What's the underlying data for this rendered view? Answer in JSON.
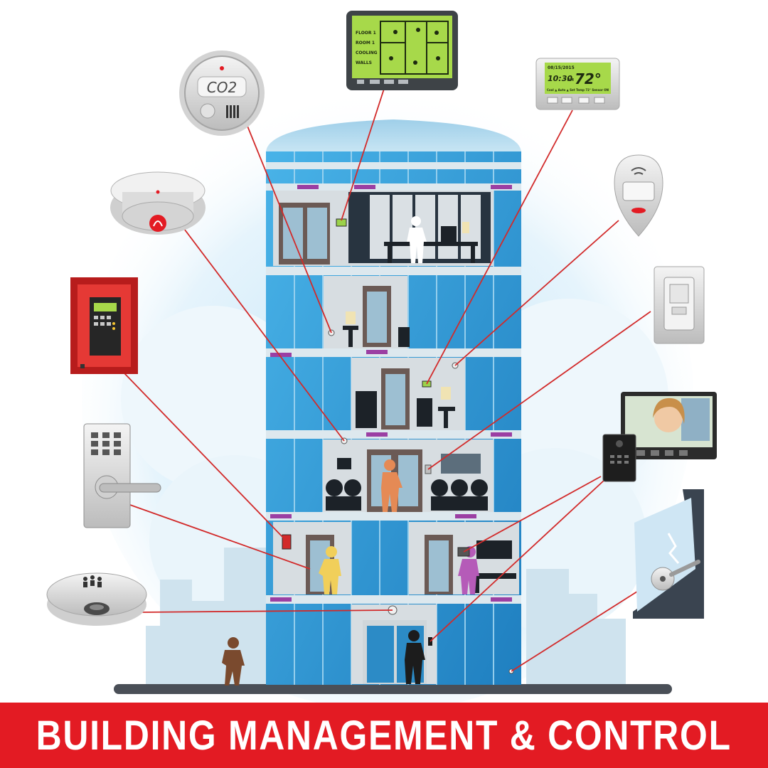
{
  "footer": {
    "title": "BUILDING MANAGEMENT & CONTROL"
  },
  "co2_detector": {
    "label": "CO2"
  },
  "thermostat": {
    "date": "08/15/2015",
    "time": "10:30",
    "time_suffix": "AM",
    "temp": "72°",
    "bottom_text": "Cool ▲ Auto ▲ Set Temp 72° Sensor ON"
  },
  "building_panel": {
    "rows": [
      "FLOOR 1",
      "ROOM 1",
      "COOLING",
      "WALLS"
    ]
  },
  "colors": {
    "accent_red": "#e31b23",
    "glass_blue": "#2e9ad6",
    "lcd_green": "#a7d94a",
    "leader_red": "#d22a2a"
  },
  "icons": [
    "co2-detector-icon",
    "smoke-detector-icon",
    "fire-alarm-panel-icon",
    "keypad-lock-icon",
    "occupancy-sensor-icon",
    "touch-panel-icon",
    "thermostat-icon",
    "motion-sensor-icon",
    "wall-sensor-icon",
    "video-intercom-icon",
    "glass-break-sensor-icon"
  ]
}
